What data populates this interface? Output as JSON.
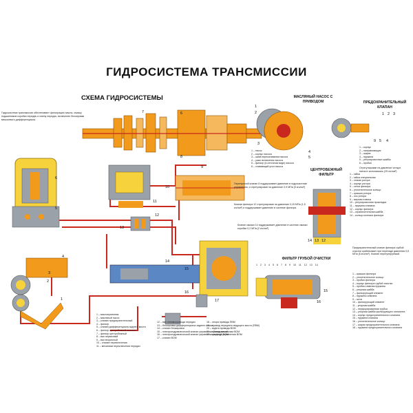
{
  "title": "ГИДРОСИСТЕМА ТРАНСМИССИИ",
  "scheme_title": "СХЕМА ГИДРОСИСТЕМЫ",
  "intro_text": "Гидросистема трансмиссии обеспечивает фильтрацию масла, смазку подшипников коробки передач и смену передач, включение блокировки межосевого дифференциала.",
  "oil_pump": {
    "title": "МАСЛЯНЫЙ НАСОС С ПРИВОДОМ",
    "callouts": [
      "1",
      "2",
      "3",
      "4",
      "5"
    ],
    "legend": [
      "1 – насос",
      "2 – корпус насоса",
      "3 – шкив перекачивания насоса",
      "4 – ушко включения насоса",
      "5 – фильтр (в сеточном виде) насоса",
      "6 – сливающий угол насоса"
    ]
  },
  "safety_valve": {
    "title": "ПРЕДОХРАНИТЕЛЬНЫЙ КЛАПАН",
    "callouts_top": [
      "1",
      "2",
      "3"
    ],
    "callouts_bottom": [
      "9",
      "5",
      "4"
    ],
    "legend": [
      "1 – корпус",
      "2 – направляющая",
      "3 – шарик",
      "4 – пружина",
      "5 – регулировочные шайбы",
      "6 – пробка"
    ],
    "note": "Отрегулирован на давление четыре пятисот килопаскаль (25 кгс/см²)"
  },
  "centrifugal_filter": {
    "title": "ЦЕНТРОБЕЖНЫЙ ФИЛЬТР",
    "callouts_left": [
      "1",
      "2",
      "3",
      "4",
      "5",
      "6",
      "7",
      "8",
      "9",
      "10",
      "11"
    ],
    "callouts_bottom": [
      "14",
      "13",
      "12"
    ],
    "legend": [
      "1 – гайка",
      "2 – гайка специальная",
      "3 – стакан ротора",
      "4 – корпус ротора",
      "5 – сетка фильтра",
      "6 – уплотнительное кольцо",
      "7 – крышка ротора",
      "8 – ось ротора",
      "9 – мерная планка",
      "10 – регулировочная прокладка",
      "11 – пружина клапана",
      "12 – корпус фильтра",
      "13 – ограничительная шайба",
      "14 – кольцо колпака фильтра"
    ]
  },
  "coarse_filter": {
    "title": "ФИЛЬТР ГРУБОЙ ОЧИСТКИ",
    "callouts_top": [
      "1",
      "2",
      "3",
      "4",
      "5",
      "6",
      "7",
      "8",
      "9",
      "10",
      "11",
      "12",
      "13",
      "14"
    ],
    "callouts_side": [
      "15",
      "16"
    ],
    "note": "Предохранительный клапан фильтра грубой очистки срабатывает при перепаде давления 0,5 МПа (5 кгс/см²). Клапан нерегулируемый.",
    "legend": [
      "1 – крышка фильтра",
      "2 – уплотнительное кольцо",
      "3 – пробка фильтра",
      "4 – корпус фильтра грубой очистки",
      "5 – пробка сливная пружины",
      "6 – упорная шайба",
      "7 – фильтрующий элемент",
      "8 – пружины клапана",
      "9 – шток",
      "10 – фильтрующий элемент",
      "11 – упорная шайба",
      "12 – перфорированная трубка",
      "13 – упорная шайба фильтрующего элемента",
      "14 – корпус предохранительного клапана",
      "15 – пружина клапана",
      "16 – уплотнительное кольцо",
      "17 – шарик предохранительного клапана",
      "18 – пружина предохранительного клапана"
    ]
  },
  "diagram_callouts": [
    "7",
    "6",
    "8",
    "9",
    "10",
    "11",
    "12",
    "13",
    "14",
    "15",
    "16",
    "17",
    "1",
    "2",
    "3",
    "4",
    "5",
    "6",
    "5",
    "4"
  ],
  "notes": {
    "pressure_valve": "Перепускной клапан 8 поддерживает давление в гидросистеме управления, и отрегулирован на давление 0,9 МПа (9 кгс/см²)",
    "filter_valve": "Клапан фильтра 12 отрегулирован на давление 0,15 МПа (1,5 кгс/см²) и поддерживает давление в системе фильтра.",
    "oil_valve": "Клапан смазки 14 поддерживает давление в системе смазки коробки 0,2 МПа (2 кгс/см²)"
  },
  "bottom_legend": {
    "col1": [
      "1 – маслоприемник",
      "2 – масляный насос",
      "3 – клапан предохранительный",
      "4 – фильтр",
      "5 – клапан дифференциала заднего моста",
      "6 – фильтр центробежной очистки",
      "7 – фильтр центробежный",
      "8 – вал первичный",
      "9 – вал вторичный",
      "10 – клапан переключения",
      "11 – механизм переключения передач"
    ],
    "col2": [
      "12 – вал пневмопривода передач",
      "13 – блокировка дифференциала заднего моста",
      "14 – клапан блокировки",
      "15 – электрогидравлический клапан управления блокировкой",
      "16 – электрогидравлический клапан управления муфтой ВОМ",
      "17 – клапан ВОМ"
    ],
    "col3": [
      "18 – опора привода ПВМ",
      "19 – привод переднего ведущего моста (ПВМ)",
      "20 – муфта привода ВОМ",
      "21 – привод механизма ВОМ",
      "22 – цилиндр управления ВОМ"
    ]
  },
  "colors": {
    "orange": "#f29a1c",
    "red": "#c8281e",
    "yellow": "#f6d23c",
    "grey": "#9aa1a8",
    "blue": "#5b87c5"
  }
}
